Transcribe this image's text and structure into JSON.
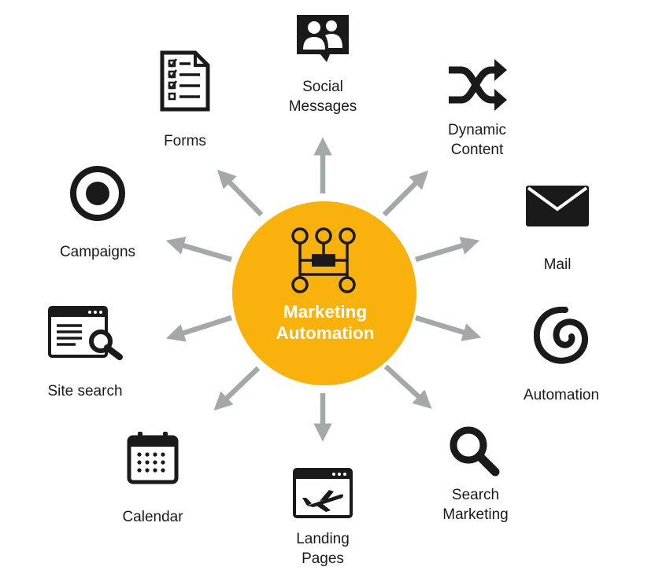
{
  "center": {
    "label": "Marketing\nAutomation",
    "color": "#F9B10C",
    "icon": "network-nodes-icon"
  },
  "arrow_color": "#A5A8A8",
  "nodes": [
    {
      "id": "social",
      "label": "Social\nMessages",
      "icon": "social-messages-icon"
    },
    {
      "id": "dynamic",
      "label": "Dynamic\nContent",
      "icon": "shuffle-icon"
    },
    {
      "id": "mail",
      "label": "Mail",
      "icon": "envelope-icon"
    },
    {
      "id": "automation",
      "label": "Automation",
      "icon": "spiral-icon"
    },
    {
      "id": "search-marketing",
      "label": "Search\nMarketing",
      "icon": "magnifier-icon"
    },
    {
      "id": "landing",
      "label": "Landing\nPages",
      "icon": "browser-airplane-icon"
    },
    {
      "id": "calendar",
      "label": "Calendar",
      "icon": "calendar-icon"
    },
    {
      "id": "site-search",
      "label": "Site search",
      "icon": "browser-search-icon"
    },
    {
      "id": "campaigns",
      "label": "Campaigns",
      "icon": "target-icon"
    },
    {
      "id": "forms",
      "label": "Forms",
      "icon": "checklist-icon"
    }
  ]
}
